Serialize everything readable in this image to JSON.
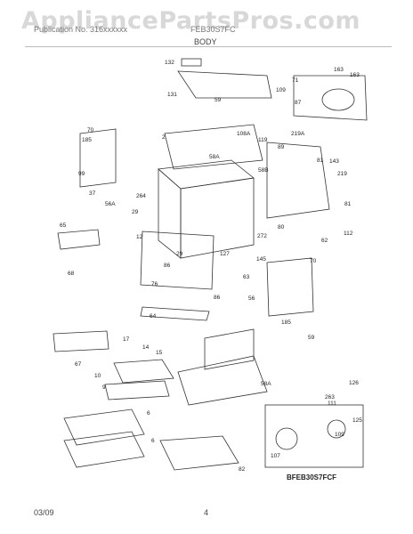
{
  "watermark": "AppliancePartsPros.com",
  "header": {
    "publication": "Publication No. 316xxxxxx",
    "model": "FEB30S7FC",
    "title": "BODY"
  },
  "diagram_code": "BFEB30S7FCF",
  "callouts": [
    "132",
    "131",
    "59",
    "109",
    "163",
    "71",
    "163",
    "87",
    "185",
    "70",
    "2",
    "108A",
    "119",
    "89",
    "219A",
    "143",
    "81",
    "219",
    "58A",
    "58B",
    "99",
    "37",
    "264",
    "56A",
    "29",
    "65",
    "12",
    "68",
    "127",
    "272",
    "80",
    "62",
    "81",
    "112",
    "86",
    "29",
    "145",
    "63",
    "70",
    "76",
    "86",
    "56",
    "64",
    "17",
    "14",
    "15",
    "185",
    "59",
    "67",
    "10",
    "9",
    "58A",
    "126",
    "263",
    "111",
    "125",
    "109",
    "107",
    "6",
    "6",
    "82"
  ],
  "footer": {
    "date": "03/09",
    "page": "4"
  }
}
